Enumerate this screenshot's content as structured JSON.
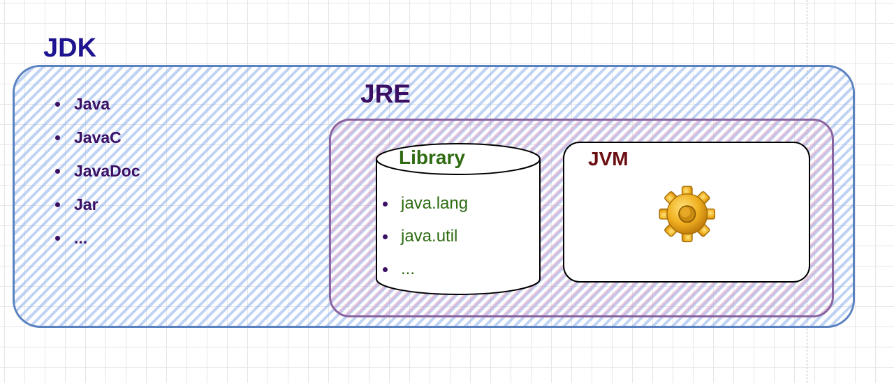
{
  "jdk": {
    "title": "JDK",
    "tools": [
      "Java",
      "JavaC",
      "JavaDoc",
      "Jar",
      "..."
    ]
  },
  "jre": {
    "title": "JRE",
    "library": {
      "title": "Library",
      "items": [
        "java.lang",
        "java.util",
        "..."
      ]
    },
    "jvm": {
      "title": "JVM",
      "icon": "gear-icon"
    }
  },
  "colors": {
    "jdk_title": "#1f1490",
    "jdk_border": "#5b82c0",
    "jre_title": "#3b1064",
    "jre_border": "#8a64a0",
    "library_text": "#2f6b12",
    "jvm_text": "#6b0e12",
    "gear": "#f0b020"
  }
}
